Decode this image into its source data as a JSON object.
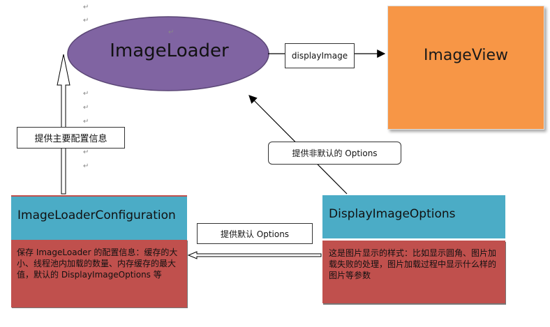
{
  "nodes": {
    "image_loader": "ImageLoader",
    "image_view": "ImageView",
    "configuration": {
      "title": "ImageLoaderConfiguration",
      "description": "保存 ImageLoader 的配置信息：缓存的大小、线程池内加载的数量、内存缓存的最大值，默认的 DisplayImageOptions 等"
    },
    "options": {
      "title": "DisplayImageOptions",
      "description": "这是图片显示的样式：比如显示圆角、图片加载失败的处理，图片加载过程中显示什么样的图片等参数"
    }
  },
  "edges": {
    "display_image": "displayImage",
    "main_config": "提供主要配置信息",
    "non_default_options": "提供非默认的 Options",
    "default_options": "提供默认 Options"
  },
  "colors": {
    "ellipse": "#8064a2",
    "image_view": "#f79646",
    "header": "#4bacc6",
    "body": "#c0504d"
  }
}
